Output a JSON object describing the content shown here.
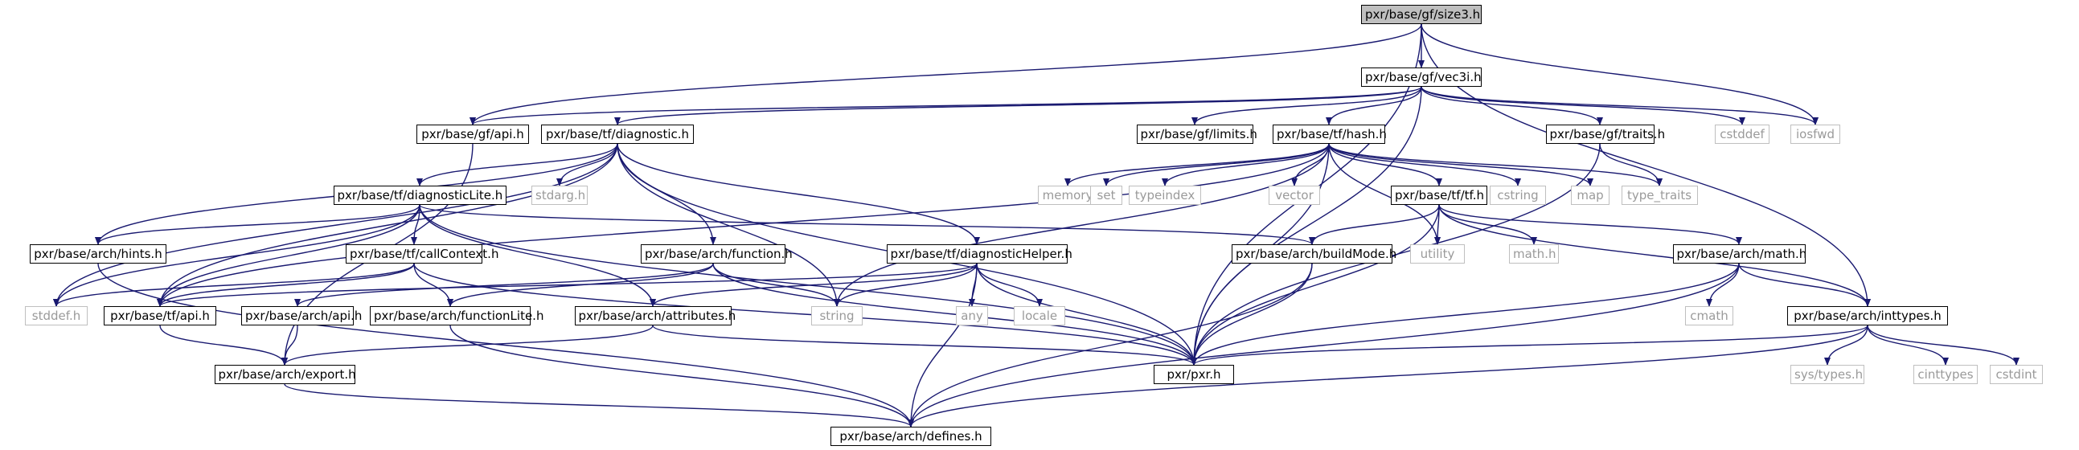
{
  "graph": {
    "nodes": [
      {
        "id": "size3",
        "label": "pxr/base/gf/size3.h",
        "kind": "root"
      },
      {
        "id": "vec3i",
        "label": "pxr/base/gf/vec3i.h",
        "kind": "internal"
      },
      {
        "id": "gfapi",
        "label": "pxr/base/gf/api.h",
        "kind": "internal"
      },
      {
        "id": "diag",
        "label": "pxr/base/tf/diagnostic.h",
        "kind": "internal"
      },
      {
        "id": "limits",
        "label": "pxr/base/gf/limits.h",
        "kind": "internal"
      },
      {
        "id": "hash",
        "label": "pxr/base/tf/hash.h",
        "kind": "internal"
      },
      {
        "id": "traits",
        "label": "pxr/base/gf/traits.h",
        "kind": "internal"
      },
      {
        "id": "cstddef",
        "label": "cstddef",
        "kind": "external"
      },
      {
        "id": "iosfwd",
        "label": "iosfwd",
        "kind": "external"
      },
      {
        "id": "diaglite",
        "label": "pxr/base/tf/diagnosticLite.h",
        "kind": "internal"
      },
      {
        "id": "stdarg",
        "label": "stdarg.h",
        "kind": "external"
      },
      {
        "id": "memory",
        "label": "memory",
        "kind": "external"
      },
      {
        "id": "set",
        "label": "set",
        "kind": "external"
      },
      {
        "id": "typeindex",
        "label": "typeindex",
        "kind": "external"
      },
      {
        "id": "vector",
        "label": "vector",
        "kind": "external"
      },
      {
        "id": "tf",
        "label": "pxr/base/tf/tf.h",
        "kind": "internal"
      },
      {
        "id": "cstring",
        "label": "cstring",
        "kind": "external"
      },
      {
        "id": "map",
        "label": "map",
        "kind": "external"
      },
      {
        "id": "typetraits",
        "label": "type_traits",
        "kind": "external"
      },
      {
        "id": "hints",
        "label": "pxr/base/arch/hints.h",
        "kind": "internal"
      },
      {
        "id": "callctx",
        "label": "pxr/base/tf/callContext.h",
        "kind": "internal"
      },
      {
        "id": "function",
        "label": "pxr/base/arch/function.h",
        "kind": "internal"
      },
      {
        "id": "diaghelper",
        "label": "pxr/base/tf/diagnosticHelper.h",
        "kind": "internal"
      },
      {
        "id": "buildmode",
        "label": "pxr/base/arch/buildMode.h",
        "kind": "internal"
      },
      {
        "id": "utility",
        "label": "utility",
        "kind": "external"
      },
      {
        "id": "mathh",
        "label": "math.h",
        "kind": "external"
      },
      {
        "id": "archmath",
        "label": "pxr/base/arch/math.h",
        "kind": "internal"
      },
      {
        "id": "stddef",
        "label": "stddef.h",
        "kind": "external"
      },
      {
        "id": "tfapi",
        "label": "pxr/base/tf/api.h",
        "kind": "internal"
      },
      {
        "id": "archapi",
        "label": "pxr/base/arch/api.h",
        "kind": "internal"
      },
      {
        "id": "funclite",
        "label": "pxr/base/arch/functionLite.h",
        "kind": "internal"
      },
      {
        "id": "attrs",
        "label": "pxr/base/arch/attributes.h",
        "kind": "internal"
      },
      {
        "id": "string",
        "label": "string",
        "kind": "external"
      },
      {
        "id": "any",
        "label": "any",
        "kind": "external"
      },
      {
        "id": "locale",
        "label": "locale",
        "kind": "external"
      },
      {
        "id": "cmath",
        "label": "cmath",
        "kind": "external"
      },
      {
        "id": "inttypes",
        "label": "pxr/base/arch/inttypes.h",
        "kind": "internal"
      },
      {
        "id": "pxr",
        "label": "pxr/pxr.h",
        "kind": "internal"
      },
      {
        "id": "export",
        "label": "pxr/base/arch/export.h",
        "kind": "internal"
      },
      {
        "id": "systypes",
        "label": "sys/types.h",
        "kind": "external"
      },
      {
        "id": "cinttypes",
        "label": "cinttypes",
        "kind": "external"
      },
      {
        "id": "cstdint",
        "label": "cstdint",
        "kind": "external"
      },
      {
        "id": "defines",
        "label": "pxr/base/arch/defines.h",
        "kind": "internal"
      }
    ],
    "edges": [
      [
        "size3",
        "vec3i"
      ],
      [
        "size3",
        "gfapi"
      ],
      [
        "size3",
        "pxr"
      ],
      [
        "size3",
        "iosfwd"
      ],
      [
        "size3",
        "inttypes"
      ],
      [
        "vec3i",
        "gfapi"
      ],
      [
        "vec3i",
        "diag"
      ],
      [
        "vec3i",
        "limits"
      ],
      [
        "vec3i",
        "hash"
      ],
      [
        "vec3i",
        "traits"
      ],
      [
        "vec3i",
        "cstddef"
      ],
      [
        "vec3i",
        "iosfwd"
      ],
      [
        "vec3i",
        "pxr"
      ],
      [
        "gfapi",
        "export"
      ],
      [
        "diag",
        "diaglite"
      ],
      [
        "diag",
        "stdarg"
      ],
      [
        "diag",
        "function"
      ],
      [
        "diag",
        "diaghelper"
      ],
      [
        "diag",
        "string"
      ],
      [
        "diag",
        "tfapi"
      ],
      [
        "diag",
        "hints"
      ],
      [
        "diag",
        "stddef"
      ],
      [
        "diag",
        "pxr"
      ],
      [
        "hash",
        "memory"
      ],
      [
        "hash",
        "set"
      ],
      [
        "hash",
        "typeindex"
      ],
      [
        "hash",
        "vector"
      ],
      [
        "hash",
        "tf"
      ],
      [
        "hash",
        "cstring"
      ],
      [
        "hash",
        "map"
      ],
      [
        "hash",
        "typetraits"
      ],
      [
        "hash",
        "utility"
      ],
      [
        "hash",
        "string"
      ],
      [
        "hash",
        "tfapi"
      ],
      [
        "hash",
        "pxr"
      ],
      [
        "traits",
        "typetraits"
      ],
      [
        "traits",
        "pxr"
      ],
      [
        "diaglite",
        "hints"
      ],
      [
        "diaglite",
        "callctx"
      ],
      [
        "diaglite",
        "buildmode"
      ],
      [
        "diaglite",
        "attrs"
      ],
      [
        "diaglite",
        "tfapi"
      ],
      [
        "diaglite",
        "stddef"
      ],
      [
        "diaglite",
        "pxr"
      ],
      [
        "tf",
        "buildmode"
      ],
      [
        "tf",
        "utility"
      ],
      [
        "tf",
        "mathh"
      ],
      [
        "tf",
        "archmath"
      ],
      [
        "tf",
        "inttypes"
      ],
      [
        "tf",
        "pxr"
      ],
      [
        "hints",
        "defines"
      ],
      [
        "callctx",
        "funclite"
      ],
      [
        "callctx",
        "stddef"
      ],
      [
        "callctx",
        "tfapi"
      ],
      [
        "callctx",
        "pxr"
      ],
      [
        "function",
        "archapi"
      ],
      [
        "function",
        "string"
      ],
      [
        "function",
        "pxr"
      ],
      [
        "function",
        "funclite"
      ],
      [
        "diaghelper",
        "tfapi"
      ],
      [
        "diaghelper",
        "attrs"
      ],
      [
        "diaghelper",
        "string"
      ],
      [
        "diaghelper",
        "any"
      ],
      [
        "diaghelper",
        "locale"
      ],
      [
        "diaghelper",
        "defines"
      ],
      [
        "diaghelper",
        "pxr"
      ],
      [
        "buildmode",
        "pxr"
      ],
      [
        "buildmode",
        "defines"
      ],
      [
        "archmath",
        "cmath"
      ],
      [
        "archmath",
        "inttypes"
      ],
      [
        "archmath",
        "pxr"
      ],
      [
        "archmath",
        "defines"
      ],
      [
        "tfapi",
        "export"
      ],
      [
        "archapi",
        "export"
      ],
      [
        "attrs",
        "export"
      ],
      [
        "attrs",
        "pxr"
      ],
      [
        "funclite",
        "defines"
      ],
      [
        "inttypes",
        "pxr"
      ],
      [
        "inttypes",
        "systypes"
      ],
      [
        "inttypes",
        "cinttypes"
      ],
      [
        "inttypes",
        "cstdint"
      ],
      [
        "inttypes",
        "defines"
      ],
      [
        "export",
        "defines"
      ]
    ]
  }
}
